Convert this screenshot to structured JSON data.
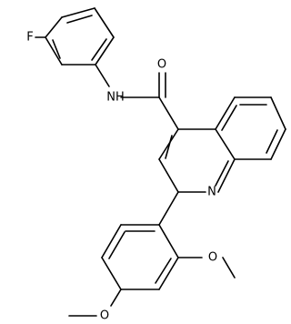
{
  "molecule": {
    "atoms": {
      "fluorine": "F",
      "amide_nitrogen": "NH",
      "carbonyl_oxygen": "O",
      "ring_nitrogen": "N",
      "methoxy_oxygen_upper": "O",
      "methoxy_oxygen_lower": "O"
    },
    "colors": {
      "bond": "#000000",
      "text": "#000000",
      "background": "#ffffff"
    }
  }
}
